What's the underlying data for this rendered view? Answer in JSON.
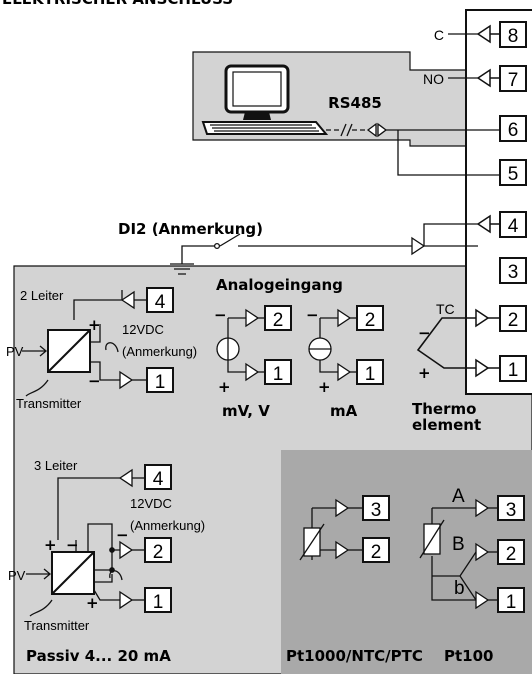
{
  "header_title": "ELEKTRISCHER ANSCHLUSS",
  "terminal_block": {
    "terminals": [
      "8",
      "7",
      "6",
      "5",
      "4",
      "3",
      "2",
      "1"
    ],
    "relay_labels": {
      "c": "C",
      "no": "NO"
    }
  },
  "rs485": {
    "label": "RS485",
    "dash": "//"
  },
  "di2": {
    "label": "DI2 (Anmerkung)"
  },
  "analog_title": "Analogeingang",
  "two_wire": {
    "title": "2 Leiter",
    "pv": "PV",
    "plus": "+",
    "minus": "−",
    "supply": "12VDC",
    "note": "(Anmerkung)",
    "transmitter": "Transmitter",
    "t4": "4",
    "t1": "1"
  },
  "mv": {
    "t2": "2",
    "t1": "1",
    "minus": "−",
    "plus": "+",
    "caption": "mV, V"
  },
  "ma": {
    "t2": "2",
    "t1": "1",
    "minus": "−",
    "plus": "+",
    "caption": "mA"
  },
  "thermo": {
    "tc": "TC",
    "minus": "−",
    "plus": "+",
    "t2": "2",
    "t1": "1",
    "caption_1": "Thermo",
    "caption_2": "element"
  },
  "three_wire": {
    "title": "3 Leiter",
    "t4": "4",
    "supply": "12VDC",
    "note": "(Anmerkung)",
    "t2": "2",
    "t1": "1",
    "pv": "PV",
    "plus": "+",
    "minus": "−",
    "transmitter": "Transmitter",
    "caption": "Passiv 4... 20 mA"
  },
  "pt1000": {
    "t3": "3",
    "t2": "2",
    "caption": "Pt1000/NTC/PTC"
  },
  "pt100": {
    "a": "A",
    "b_upper": "B",
    "b_lower": "b",
    "t3": "3",
    "t2": "2",
    "t1": "1",
    "caption": "Pt100"
  },
  "colors": {
    "panel": "#d3d3d3",
    "panel_dark": "#a9a9a9",
    "stroke": "#111111"
  }
}
